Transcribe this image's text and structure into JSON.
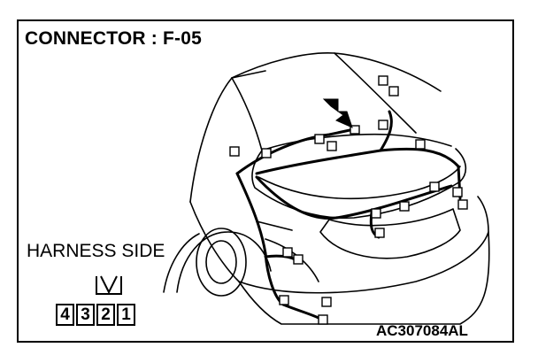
{
  "title": "CONNECTOR : F-05",
  "harness_label": "HARNESS SIDE",
  "pins": [
    "4",
    "3",
    "2",
    "1"
  ],
  "figure_code": "AC307084AL"
}
